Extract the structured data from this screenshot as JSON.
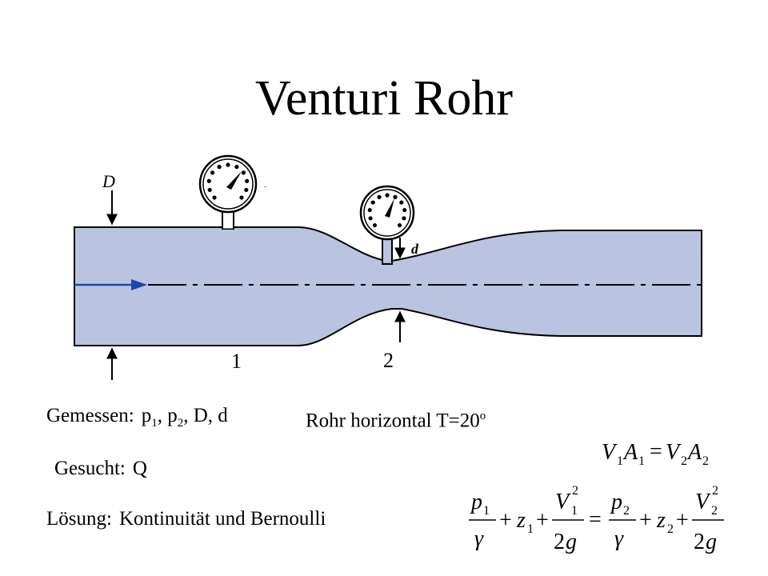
{
  "title": "Venturi Rohr",
  "diagram": {
    "label_D": "D",
    "label_d": "d",
    "station_1": "1",
    "station_2": "2",
    "fluid_color": "#bac4e0",
    "flow_arrow_color": "#1f47a8"
  },
  "given": {
    "label": "Gemessen:",
    "p1_base": "p",
    "p1_sub": "1",
    "sep1": ", ",
    "p2_base": "p",
    "p2_sub": "2",
    "rest": ", D, d",
    "condition": "Rohr horizontal T=20",
    "condition_sup": "o"
  },
  "sought": {
    "label": "Gesucht:",
    "value": "Q"
  },
  "solution": {
    "label": "Lösung:",
    "text": "Kontinuität und Bernoulli"
  },
  "equations": {
    "continuity": "V1A1 = V2A2",
    "bernoulli": "p1/γ + z1 + V1²/2g = p2/γ + z2 + V2²/2g"
  }
}
